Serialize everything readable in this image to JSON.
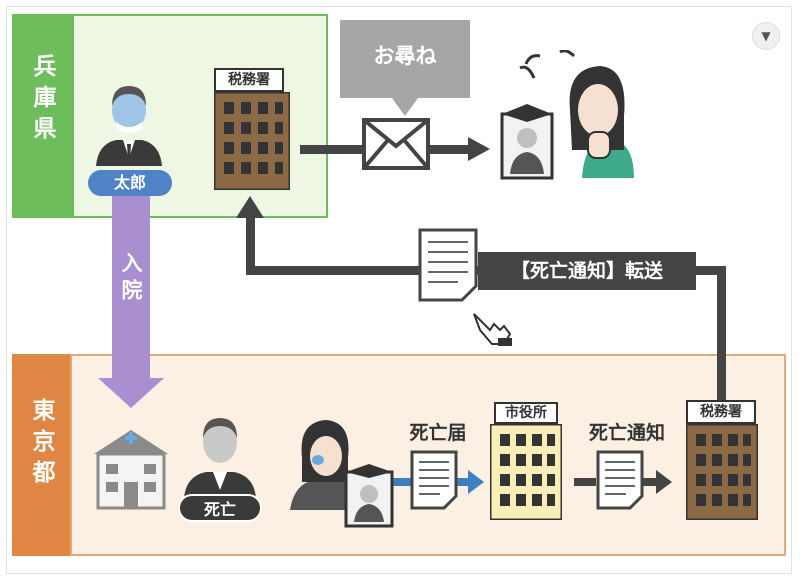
{
  "regions": {
    "hyogo": "兵庫県",
    "tokyo": "東京都"
  },
  "people": {
    "taro": "太郎",
    "death_label": "死亡"
  },
  "arrows": {
    "hospitalization": "入院"
  },
  "buildings": {
    "hyogo_tax_office": "税務署",
    "city_hall": "市役所",
    "tokyo_tax_office": "税務署"
  },
  "labels": {
    "inquiry": "お尋ね",
    "forwarding": "【死亡通知】転送",
    "death_report": "死亡届",
    "death_notice": "死亡通知"
  },
  "controls": {
    "dropdown_icon": "chevron-down-icon"
  },
  "colors": {
    "hyogo": "#6ebd5c",
    "tokyo": "#df8645",
    "hospital_arrow": "#a98fd0",
    "blue_arrow": "#3f7fc1",
    "dark": "#444444"
  }
}
